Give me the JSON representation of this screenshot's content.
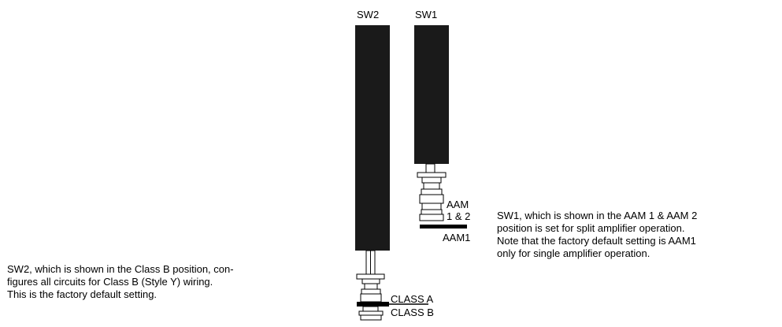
{
  "switches": {
    "sw2": {
      "label": "SW2",
      "position_labels": {
        "upper": "CLASS A",
        "lower": "CLASS B"
      },
      "set_position": "CLASS B"
    },
    "sw1": {
      "label": "SW1",
      "position_labels": {
        "upper_line1": "AAM",
        "upper_line2": "1 & 2",
        "lower": "AAM1"
      },
      "set_position": "AAM 1 & 2"
    }
  },
  "notes": {
    "sw1": [
      "SW1, which is shown in the AAM 1 & AAM 2",
      "position is set for split amplifier operation.",
      "Note that the factory default setting is AAM1",
      "only for single amplifier operation."
    ],
    "sw2": [
      "SW2, which is shown in the Class B position, con-",
      "figures all circuits for Class B (Style Y) wiring.",
      "This is the factory default setting."
    ]
  },
  "colors": {
    "switch_body": "#1a1a1a",
    "line": "#000000",
    "background": "#ffffff"
  }
}
